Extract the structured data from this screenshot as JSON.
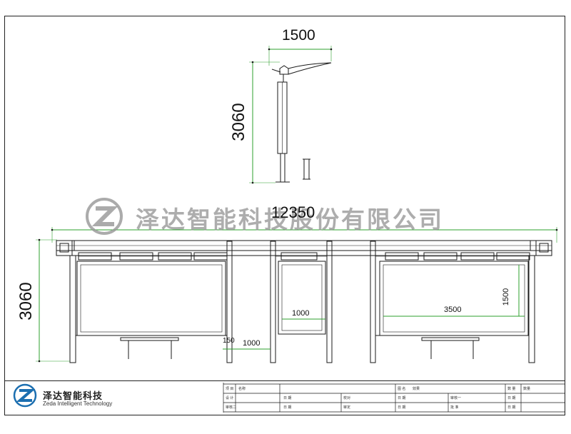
{
  "dimensions": {
    "lamp_width": "1500",
    "lamp_height": "3060",
    "shelter_length": "12350",
    "shelter_height": "3060",
    "panel_width_small": "1000",
    "post_gap": "150",
    "bench_offset": "1000",
    "panel_width_large": "3500",
    "panel_height": "1500"
  },
  "watermark": {
    "text": "泽达智能科技股份有限公司"
  },
  "title_block": {
    "logo_cn": "泽达智能科技",
    "logo_en": "Zeda Intelligent Technology",
    "row1": {
      "project": "项 目",
      "name": "名称",
      "drawing_name": "图 名",
      "drawing_value": "效果",
      "qty": "数 量",
      "qty_value": "数量"
    },
    "row2": {
      "design": "设 计",
      "date_a": "日 期",
      "proof": "校对",
      "date_b": "日 期",
      "review": "审核一",
      "date_c": "日 期"
    },
    "row3": {
      "review2": "审核二",
      "date_a": "日 期",
      "audit": "审定",
      "date_b": "日 期",
      "approve": "批 准",
      "date_c": "日 期"
    }
  },
  "colors": {
    "line": "#1a1a1a",
    "dimension_line": "#2ca02c",
    "watermark": "#9a9a9a",
    "logo_blue": "#1c6fb0"
  }
}
